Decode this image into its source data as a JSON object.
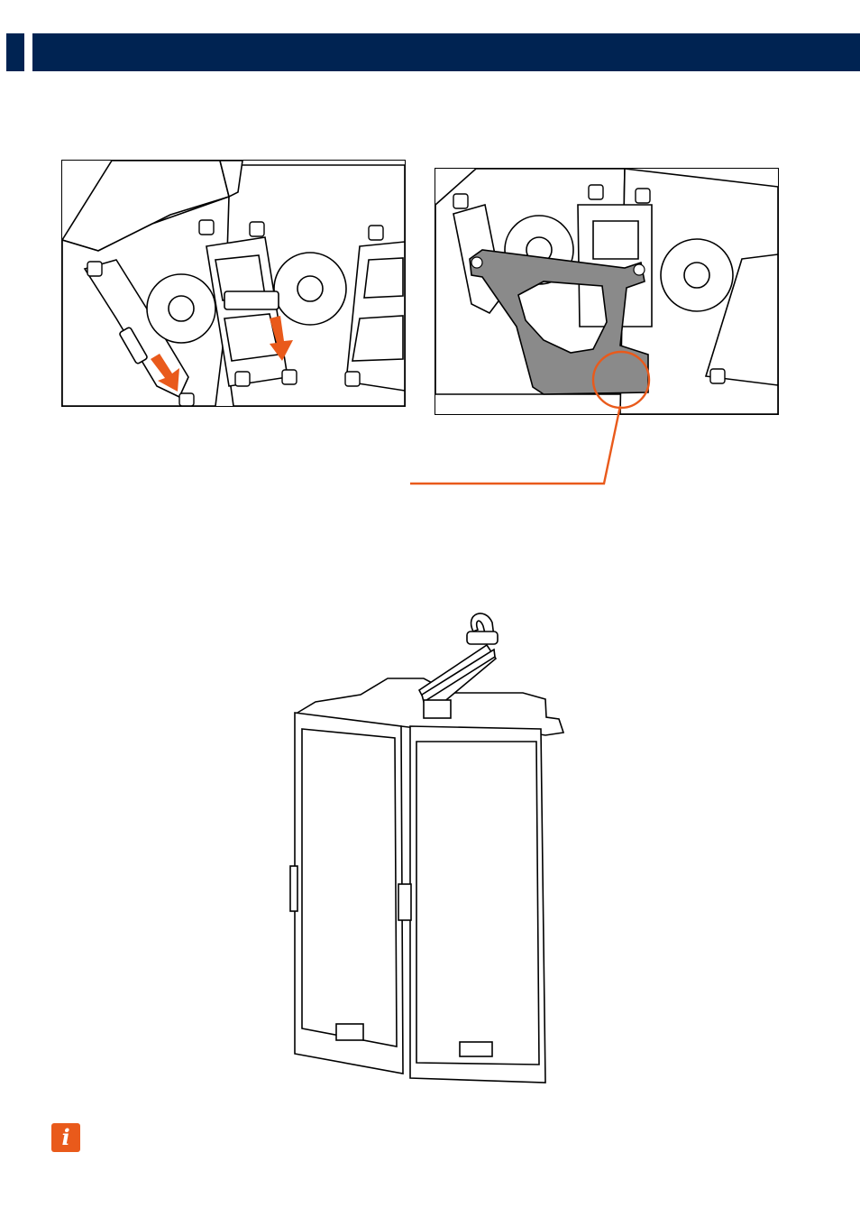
{
  "colors": {
    "header": "#002352",
    "accent": "#e95a1b",
    "bracket": "#8a8a8a",
    "line": "#000000"
  },
  "header": {
    "title": ""
  },
  "figures": {
    "step_a": {
      "description_icon": "pin-release-arrows"
    },
    "step_b": {
      "description_icon": "bracket-detail-callout"
    },
    "assembly": {
      "description_icon": "speaker-array-with-bumper"
    }
  },
  "note": {
    "icon": "info-icon",
    "text": ""
  }
}
